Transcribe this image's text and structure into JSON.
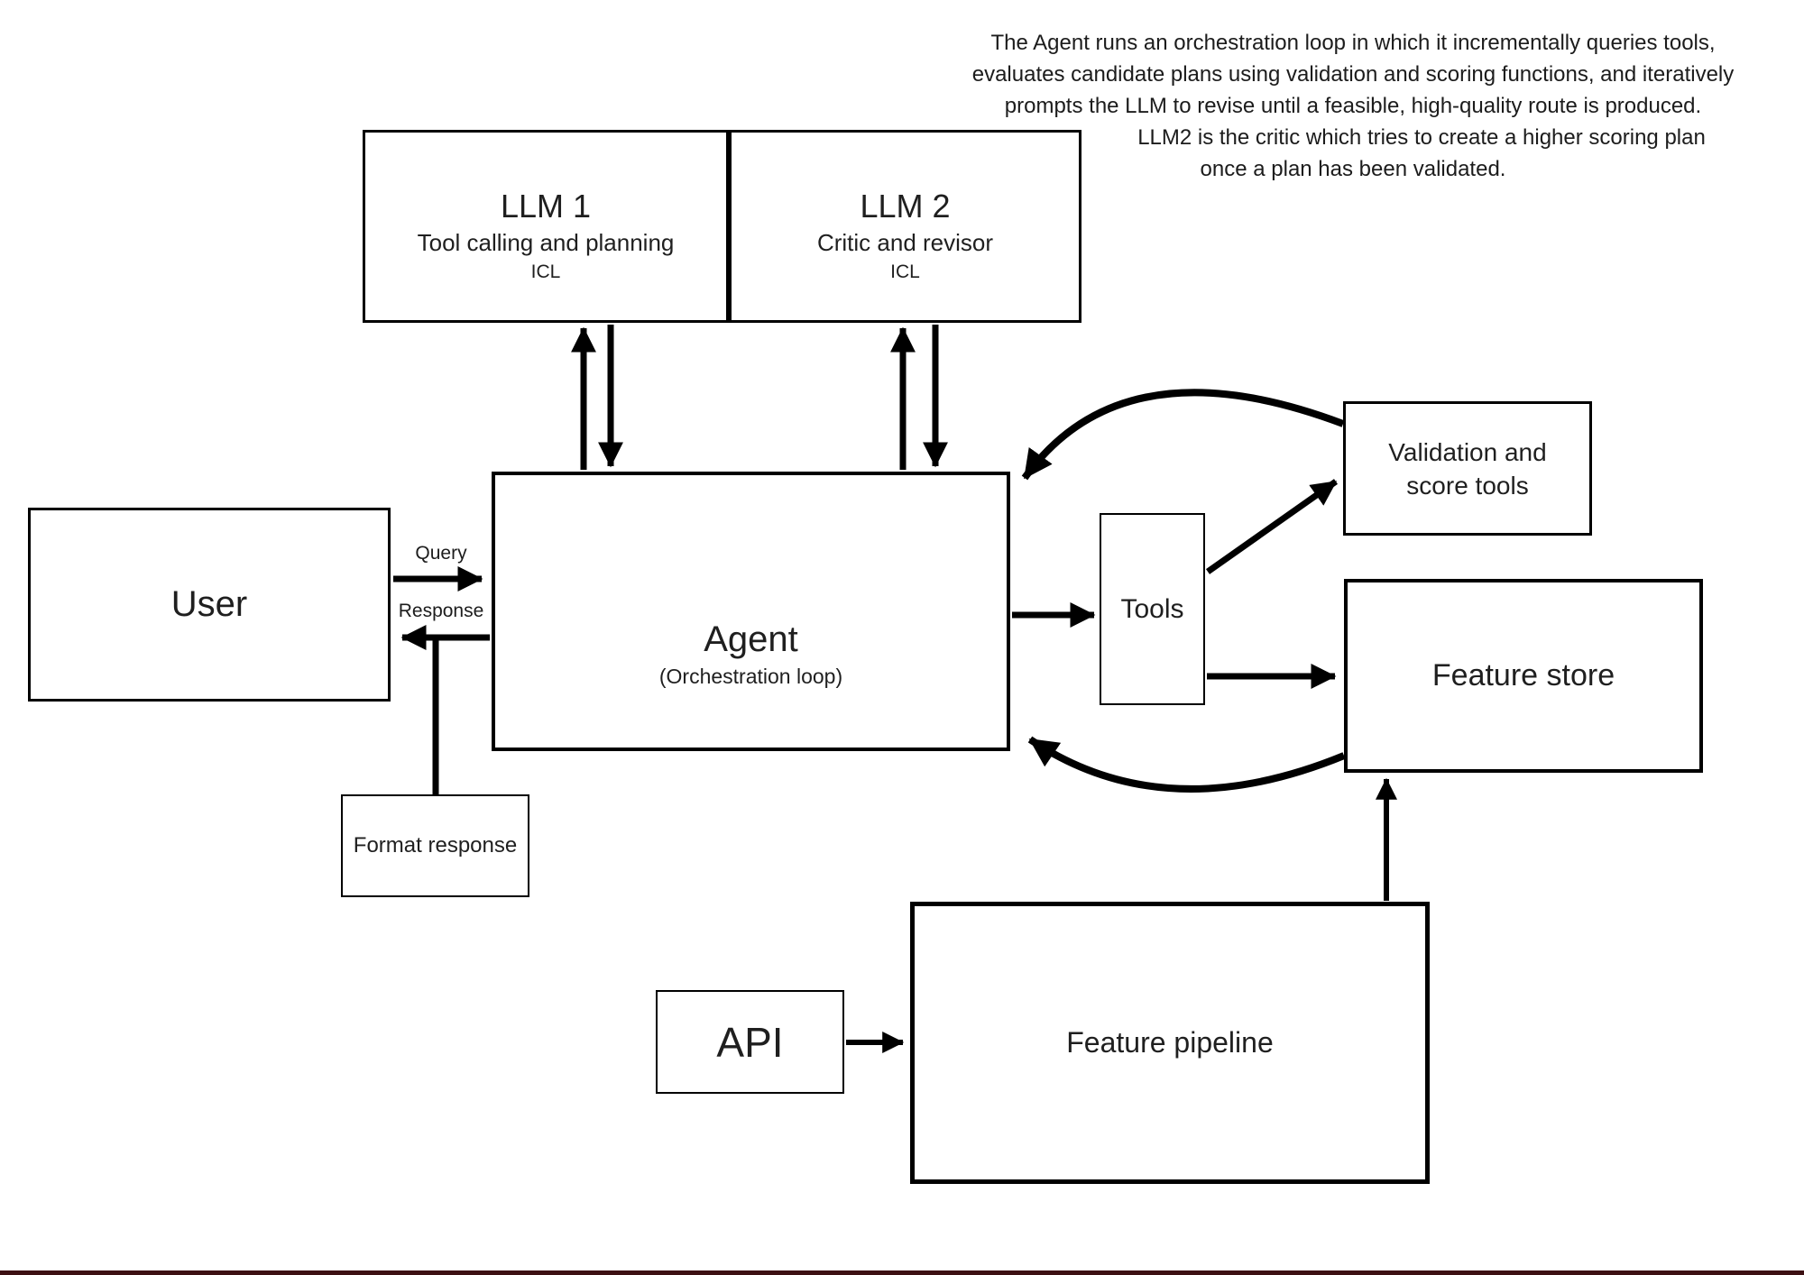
{
  "annotation": {
    "lines": [
      "The Agent runs an orchestration loop in which it incrementally queries tools,",
      "evaluates candidate plans using validation and scoring functions, and iteratively",
      "prompts the LLM to revise until a feasible, high-quality route is produced.",
      "LLM2 is the critic which tries to create a higher scoring plan",
      "once a plan has been validated."
    ]
  },
  "boxes": {
    "llm1": {
      "title": "LLM 1",
      "subtitle": "Tool calling and planning",
      "note": "ICL"
    },
    "llm2": {
      "title": "LLM 2",
      "subtitle": "Critic and revisor",
      "note": "ICL"
    },
    "user": {
      "label": "User"
    },
    "agent": {
      "title": "Agent",
      "subtitle": "(Orchestration loop)"
    },
    "tools": {
      "label": "Tools"
    },
    "validation": {
      "lines": [
        "Validation and",
        "score tools"
      ]
    },
    "feature_store": {
      "label": "Feature store"
    },
    "format_response": {
      "label": "Format response"
    },
    "api": {
      "label": "API"
    },
    "feature_pipeline": {
      "label": "Feature pipeline"
    }
  },
  "edges": {
    "query_label": "Query",
    "response_label": "Response"
  },
  "colors": {
    "line": "#000000",
    "box_border": "#000000",
    "background": "#ffffff",
    "text": "#1f1f1f",
    "bottom_edge": "#3d1013"
  }
}
